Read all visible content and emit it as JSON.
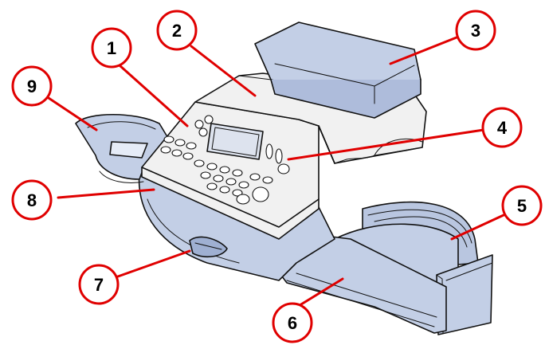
{
  "figure": {
    "callouts": [
      {
        "label": "1"
      },
      {
        "label": "2"
      },
      {
        "label": "3"
      },
      {
        "label": "4"
      },
      {
        "label": "5"
      },
      {
        "label": "6"
      },
      {
        "label": "7"
      },
      {
        "label": "8"
      },
      {
        "label": "9"
      }
    ],
    "colors": {
      "callout_stroke": "#e00000",
      "leader_line": "#e00000",
      "body_fill": "#c3cfe6",
      "cover_fill": "#f1f1f1",
      "outline": "#111111"
    }
  }
}
